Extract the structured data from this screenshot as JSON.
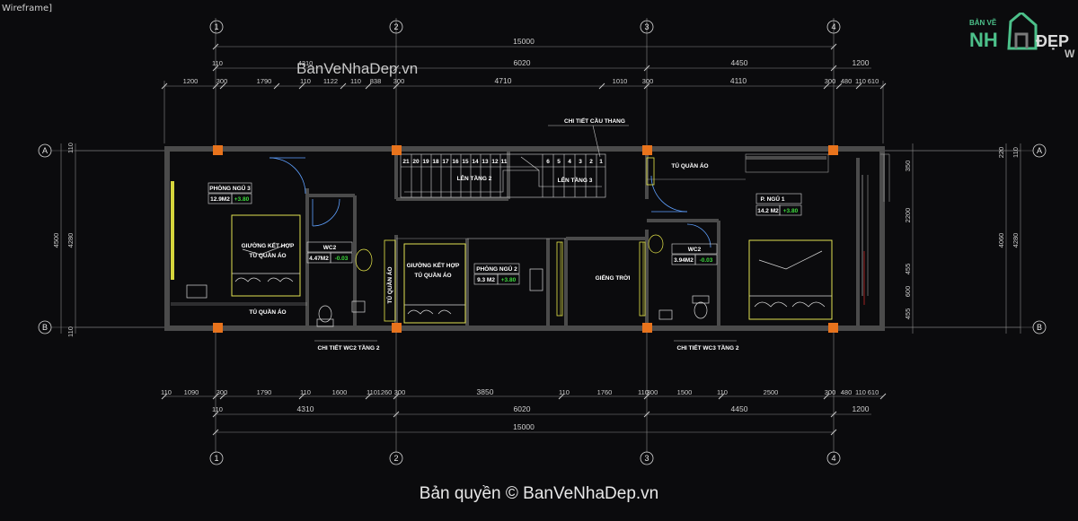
{
  "viewport_label": "Wireframe]",
  "watermark_top": "BanVeNhaDep.vn",
  "copyright": "Bản quyền © BanVeNhaDep.vn",
  "logo": {
    "small": "BẢN VẼ",
    "big_left": "NH",
    "big_right": "ĐẸP",
    "cut": "W"
  },
  "grid_axes": {
    "columns": [
      "1",
      "2",
      "3",
      "4"
    ],
    "rows": [
      "A",
      "B"
    ]
  },
  "dims_top": {
    "overall": "15000",
    "row2": [
      "110",
      "6020",
      "4450",
      "1200"
    ],
    "row2_left": "4310",
    "row3": [
      "1200",
      "300",
      "1790",
      "110",
      "1122",
      "110",
      "838",
      "300",
      "4710",
      "1010",
      "300",
      "4110",
      "300",
      "480",
      "110",
      "610"
    ]
  },
  "dims_bottom": {
    "row1": [
      "110",
      "1090",
      "300",
      "1790",
      "110",
      "1600",
      "110",
      "1260",
      "300",
      "3850",
      "110",
      "1760",
      "110",
      "300",
      "1500",
      "110",
      "2500",
      "300",
      "480",
      "110",
      "610"
    ],
    "row2": [
      "110",
      "4310",
      "6020",
      "4450",
      "1200"
    ],
    "overall": "15000"
  },
  "dims_left": [
    "4500",
    "4280",
    "110",
    "110"
  ],
  "dims_right": [
    "350",
    "2200",
    "455",
    "600",
    "455",
    "4060",
    "4280",
    "220",
    "110"
  ],
  "rooms": {
    "bed3": {
      "name": "PHÒNG NGỦ 3",
      "area": "12.9M2",
      "level": "+3.80"
    },
    "wc2_left": {
      "name": "WC2",
      "area": "4.47M2",
      "level": "-0.03"
    },
    "bed2": {
      "name": "PHÒNG NGỦ 2",
      "area": "9.3 M2",
      "level": "+3.80"
    },
    "wc2_right": {
      "name": "WC2",
      "area": "3.94M2",
      "level": "-0.03"
    },
    "bed1": {
      "name": "P. NGỦ 1",
      "area": "14.2 M2",
      "level": "+3.80"
    }
  },
  "labels": {
    "stair_detail": "CHI TIẾT CẦU THANG",
    "up2": "LÊN TẦNG 2",
    "up3": "LÊN TẦNG 3",
    "bed_wardrobe_left": [
      "GIƯỜNG KẾT HỢP",
      "TỦ QUẦN ÁO"
    ],
    "bed_wardrobe_mid": [
      "GIƯỜNG KẾT HỢP",
      "TỦ QUẦN ÁO"
    ],
    "wardrobe_left": "TỦ QUẦN ÁO",
    "wardrobe_vertical": "TỦ QUẦN ÁO",
    "wardrobe_right": "TỦ QUẦN ÁO",
    "skylight": "GIẾNG TRỜI",
    "wc2_detail_left": "CHI TIẾT WC2 TẦNG 2",
    "wc3_detail_right": "CHI TIẾT WC3 TẦNG 2",
    "stair_steps_left": [
      "21",
      "20",
      "19",
      "18",
      "17",
      "16",
      "15",
      "14",
      "13",
      "12",
      "11"
    ],
    "stair_steps_right": [
      "6",
      "5",
      "4",
      "3",
      "2",
      "1"
    ]
  },
  "colors": {
    "wall": "#3a3a3a",
    "column": "#e8731c",
    "dim": "#cfcfcf",
    "green": "#3ddc3d",
    "yellow": "#e8e84a"
  }
}
